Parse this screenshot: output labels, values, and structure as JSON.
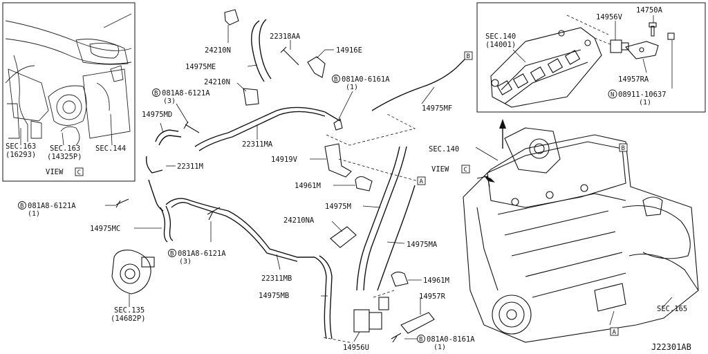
{
  "view_c_panel": {
    "title": "VIEW",
    "marker": "C",
    "sec_163_a": "SEC.163",
    "sec_163_a_code": "(16293)",
    "sec_163_b": "SEC.163",
    "sec_163_b_code": "(14325P)",
    "sec_144": "SEC.144"
  },
  "sec_140_panel": {
    "sec": "SEC.140",
    "sec_code": "(14001)",
    "part_14956v": "14956V",
    "part_14750a": "14750A",
    "part_14957ra": "14957RA",
    "nut_prefix": "N",
    "nut_number": "08911-10637",
    "nut_qty": "(1)"
  },
  "parts": {
    "p24210n_top": "24210N",
    "p14975me": "14975ME",
    "p24210n_mid": "24210N",
    "p22318aa": "22318AA",
    "p14916e": "14916E",
    "p22311ma": "22311MA",
    "p14975md": "14975MD",
    "p22311m": "22311M",
    "p14975mc": "14975MC",
    "p22311mb": "22311MB",
    "p14975mb": "14975MB",
    "p14919v": "14919V",
    "p14961m_top": "14961M",
    "p14975m": "14975M",
    "p24210na": "24210NA",
    "p14975ma": "14975MA",
    "p14961m_bot": "14961M",
    "p14957r": "14957R",
    "p14956u": "14956U",
    "p14975mf": "14975MF"
  },
  "bolts": [
    {
      "prefix": "B",
      "number": "081A8-6121A",
      "qty": "(3)"
    },
    {
      "prefix": "B",
      "number": "081A8-6121A",
      "qty": "(1)"
    },
    {
      "prefix": "B",
      "number": "081A8-6121A",
      "qty": "(3)"
    },
    {
      "prefix": "B",
      "number": "081A0-6161A",
      "qty": "(1)"
    },
    {
      "prefix": "B",
      "number": "081A0-8161A",
      "qty": "(1)"
    }
  ],
  "sections": {
    "sec_135": "SEC.135",
    "sec_135_code": "(14682P)",
    "sec_140": "SEC.140",
    "sec_165": "SEC.165"
  },
  "markers": {
    "a": "A",
    "b": "B",
    "c": "C",
    "view_word": "VIEW"
  },
  "diagram_code": "J22301AB"
}
